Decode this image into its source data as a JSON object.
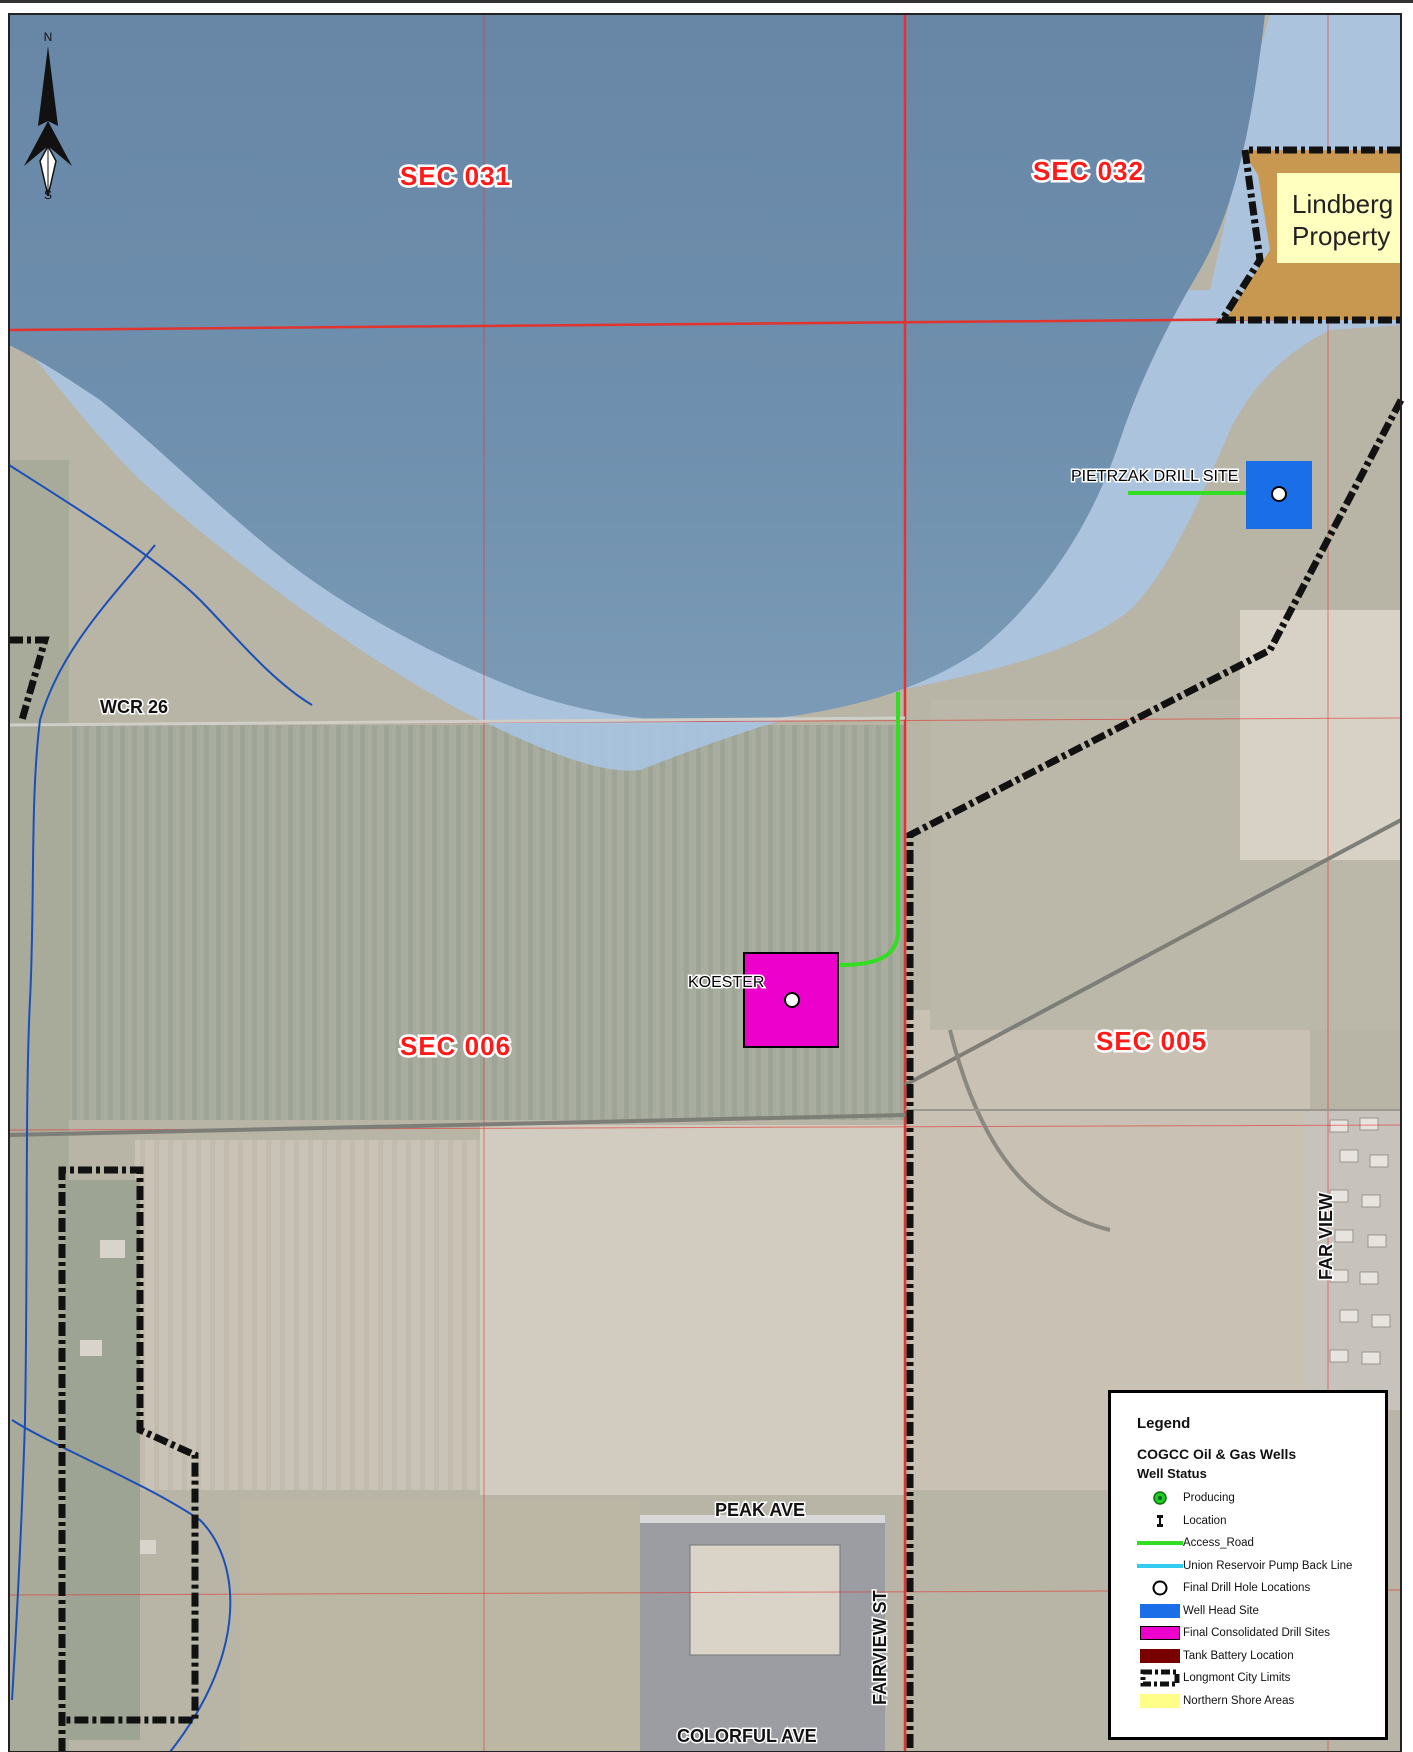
{
  "sections": {
    "sec031": "SEC 031",
    "sec032": "SEC 032",
    "sec006": "SEC 006",
    "sec005": "SEC 005"
  },
  "roads": {
    "wcr26": "WCR 26",
    "far_view": "FAR VIEW",
    "peak_ave": "PEAK AVE",
    "fairview_st": "FAIRVIEW ST",
    "colorful_ave": "COLORFUL AVE"
  },
  "sites": {
    "pietrzak": "PIETRZAK DRILL SITE",
    "koester": "KOESTER"
  },
  "property": {
    "line1": "Lindberg",
    "line2": "Property"
  },
  "north_arrow": {
    "n": "N",
    "s": "S"
  },
  "legend": {
    "title": "Legend",
    "group": "COGCC Oil & Gas Wells",
    "subgroup": "Well Status",
    "items": [
      {
        "label": "Producing",
        "symbol": "producing-well-icon"
      },
      {
        "label": "Location",
        "symbol": "location-well-icon"
      },
      {
        "label": "Access_Road",
        "symbol": "access-road-line",
        "color": "#33dd22"
      },
      {
        "label": "Union Reservoir Pump Back Line",
        "symbol": "pump-back-line",
        "color": "#33ccee"
      },
      {
        "label": "Final Drill Hole Locations",
        "symbol": "drill-hole-icon"
      },
      {
        "label": "Well Head Site",
        "symbol": "well-head-swatch",
        "color": "#1a6fe8"
      },
      {
        "label": "Final Consolidated Drill Sites",
        "symbol": "drill-site-swatch",
        "color": "#ee00cc"
      },
      {
        "label": "Tank Battery Location",
        "symbol": "tank-battery-swatch",
        "color": "#7a0000"
      },
      {
        "label": "Longmont City Limits",
        "symbol": "city-limits-swatch"
      },
      {
        "label": "Northern Shore Areas",
        "symbol": "shore-area-swatch",
        "color": "#ffff88"
      }
    ]
  },
  "colors": {
    "reservoir": "#6f8fad",
    "shoreline_buffer": "#a9c6e6",
    "section_lines": "#e2332f",
    "field": "#b3b3a6",
    "stream": "#1b4fb8"
  }
}
